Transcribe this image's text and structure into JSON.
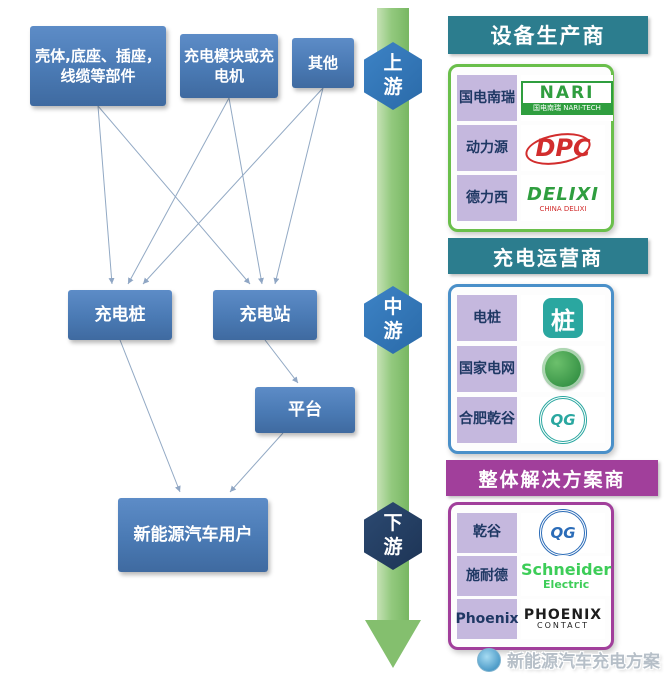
{
  "flowchart": {
    "components": "壳体,底座、插座，线缆等部件",
    "module": "充电模块或充电机",
    "other": "其他",
    "pile": "充电桩",
    "station": "充电站",
    "platform": "平台",
    "user": "新能源汽车用户"
  },
  "stream": {
    "upstream": "上游",
    "midstream": "中游",
    "downstream": "下游"
  },
  "panels": [
    {
      "title": "设备生产商",
      "rows": [
        {
          "label": "国电南瑞",
          "logo_main": "NARI",
          "logo_sub": "国电南瑞 NARI-TECH"
        },
        {
          "label": "动力源",
          "logo_main": "DPC",
          "logo_sub": ""
        },
        {
          "label": "德力西",
          "logo_main": "DELIXI",
          "logo_sub": "CHINA DELIXI"
        }
      ]
    },
    {
      "title": "充电运营商",
      "rows": [
        {
          "label": "电桩",
          "logo_main": "桩",
          "logo_sub": ""
        },
        {
          "label": "国家电网",
          "logo_main": "",
          "logo_sub": ""
        },
        {
          "label": "合肥乾谷",
          "logo_main": "QG",
          "logo_sub": ""
        }
      ]
    },
    {
      "title": "整体解决方案商",
      "rows": [
        {
          "label": "乾谷",
          "logo_main": "QG",
          "logo_sub": ""
        },
        {
          "label": "施耐德",
          "logo_main": "Schneider",
          "logo_sub": "Electric"
        },
        {
          "label": "Phoenix",
          "logo_main": "PHOENIX",
          "logo_sub": "CONTACT"
        }
      ]
    }
  ],
  "watermark": {
    "text": "新能源汽车充电方案"
  },
  "colors": {
    "node_blue": "#4a7ab4",
    "stream_green": "#84bf6e",
    "hex_blue": "#2a6aa8",
    "hex_dark": "#1d3455",
    "header_teal": "#2c7d8e",
    "header_purple": "#a13f9b",
    "label_purple": "#c5b8de",
    "border_green": "#6abf4b",
    "border_blue": "#4a90c9"
  }
}
